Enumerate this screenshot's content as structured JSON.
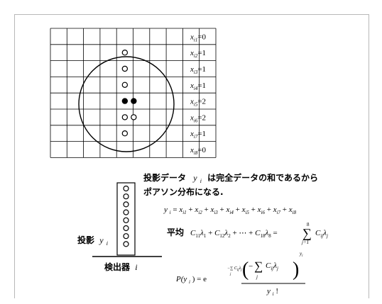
{
  "grid": {
    "rows": 8,
    "cols": 10
  },
  "ray_labels": [
    {
      "var": "x",
      "sub": "i1",
      "value": "=0"
    },
    {
      "var": "x",
      "sub": "i2",
      "value": "=1"
    },
    {
      "var": "x",
      "sub": "i3",
      "value": "=1"
    },
    {
      "var": "x",
      "sub": "i4",
      "value": "=1"
    },
    {
      "var": "x",
      "sub": "i5",
      "value": "=2"
    },
    {
      "var": "x",
      "sub": "i6",
      "value": "=2"
    },
    {
      "var": "x",
      "sub": "i7",
      "value": "=1"
    },
    {
      "var": "x",
      "sub": "i8",
      "value": "=0"
    }
  ],
  "text": {
    "line1_a": "投影データ",
    "line1_var": "y",
    "line1_sub": "i",
    "line1_b": "は完全データの和であるから",
    "line2": "ポアソン分布になる.",
    "heikin": "平均",
    "projection_label": "投影",
    "projection_var": "y",
    "projection_sub": "i",
    "detector_label": "検出器",
    "detector_var": "i"
  },
  "formulas": {
    "sum_lhs_var": "y",
    "sum_lhs_sub": "i",
    "sum_terms": [
      "i1",
      "i2",
      "i3",
      "i4",
      "i5",
      "i6",
      "i7",
      "i8"
    ],
    "mean_terms": [
      {
        "c": "11",
        "l": "1"
      },
      {
        "c": "12",
        "l": "2"
      },
      {
        "c": "18",
        "l": "8"
      }
    ],
    "sum_upper": "8",
    "sum_lower": "j=1",
    "poisson_lhs": "P(y",
    "poisson_lhs_sub": "i",
    "poisson_lhs_close": ") = e",
    "denominator": "y",
    "denominator_sub": "i",
    "denominator_tail": "!"
  },
  "colors": {
    "grid": "#000000",
    "frame": "#b8b8b8",
    "open_dot": "#ffffff",
    "filled_dot": "#000000"
  }
}
